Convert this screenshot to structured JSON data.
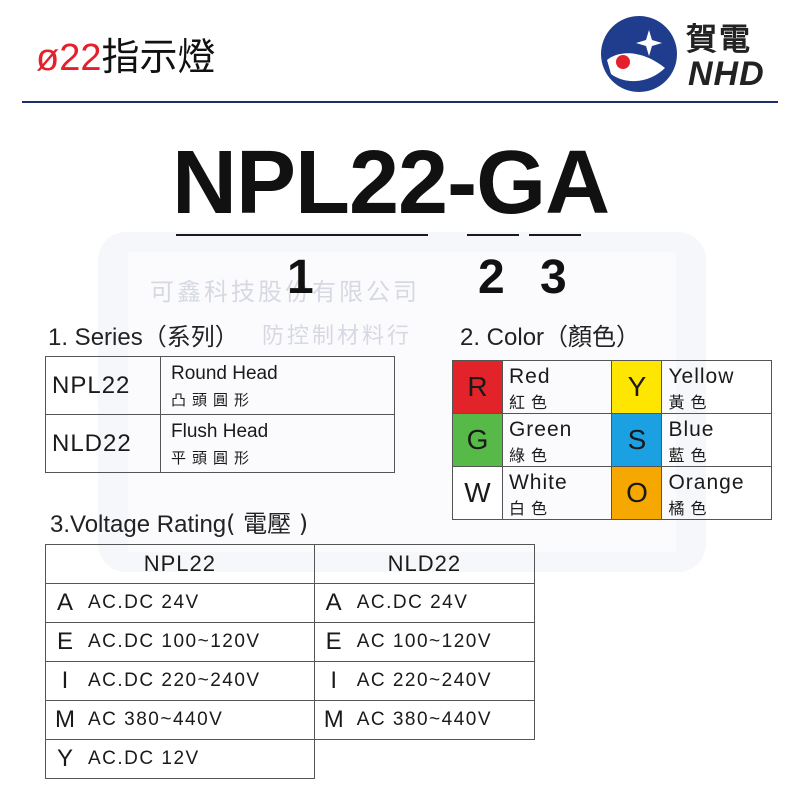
{
  "header": {
    "title_prefix": "ø22",
    "title_text": "指示燈",
    "logo_cn": "賀電",
    "logo_en": "NHD"
  },
  "model": {
    "code": "NPL22-GA",
    "index_1": "1",
    "index_2": "2",
    "index_3": "3"
  },
  "watermark": {
    "line1": "可鑫科技股份有限公司",
    "line2": "防控制材料行"
  },
  "series": {
    "title": "1. Series",
    "title_cn": "（系列）",
    "rows": [
      {
        "code": "NPL22",
        "en": "Round Head",
        "zh": "凸頭圓形"
      },
      {
        "code": "NLD22",
        "en": "Flush Head",
        "zh": "平頭圓形"
      }
    ]
  },
  "color": {
    "title": "2. Color",
    "title_cn": "（顏色）",
    "items": [
      {
        "letter": "R",
        "en": "Red",
        "zh": "紅色",
        "bg": "#e3232a",
        "fg": "#1a1a1a"
      },
      {
        "letter": "Y",
        "en": "Yellow",
        "zh": "黃色",
        "bg": "#ffe600",
        "fg": "#1a1a1a"
      },
      {
        "letter": "G",
        "en": "Green",
        "zh": "綠色",
        "bg": "#57b947",
        "fg": "#1a1a1a"
      },
      {
        "letter": "S",
        "en": "Blue",
        "zh": "藍色",
        "bg": "#1ba0e2",
        "fg": "#1a1a1a"
      },
      {
        "letter": "W",
        "en": "White",
        "zh": "白色",
        "bg": "#ffffff",
        "fg": "#1a1a1a"
      },
      {
        "letter": "O",
        "en": "Orange",
        "zh": "橘色",
        "bg": "#f6a800",
        "fg": "#1a1a1a"
      }
    ]
  },
  "voltage": {
    "title": "3.Voltage Rating",
    "title_cn": "( 電壓 )",
    "col_npl": "NPL22",
    "col_nld": "NLD22",
    "rows": [
      {
        "letter": "A",
        "npl": "AC.DC 24V",
        "nld_letter": "A",
        "nld": "AC.DC 24V"
      },
      {
        "letter": "E",
        "npl": "AC.DC 100~120V",
        "nld_letter": "E",
        "nld": "AC 100~120V"
      },
      {
        "letter": "I",
        "npl": "AC.DC 220~240V",
        "nld_letter": "I",
        "nld": "AC 220~240V"
      },
      {
        "letter": "M",
        "npl": "AC 380~440V",
        "nld_letter": "M",
        "nld": "AC 380~440V"
      },
      {
        "letter": "Y",
        "npl": "AC.DC 12V",
        "nld_letter": "",
        "nld": ""
      }
    ]
  },
  "colors": {
    "accent_red": "#e4202a",
    "navy": "#1f3d8c",
    "rule": "#1f2f6e"
  }
}
